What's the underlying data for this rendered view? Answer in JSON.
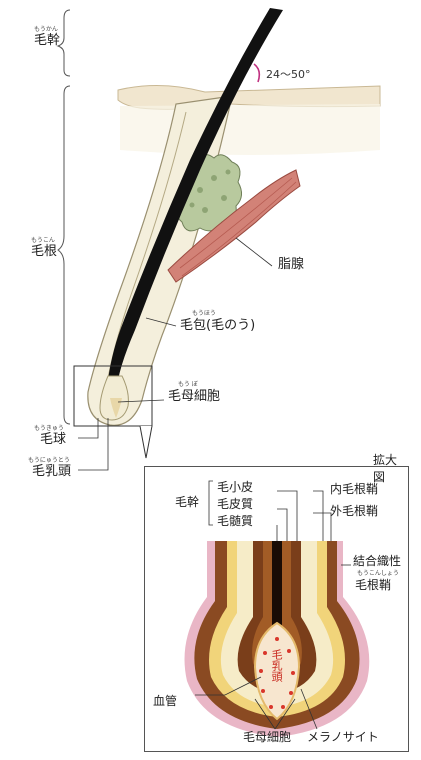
{
  "labels": {
    "shaft": "毛幹",
    "shaft_ruby": "もうかん",
    "root": "毛根",
    "root_ruby": "もうこん",
    "angle": "24〜50°",
    "sebaceous": "脂腺",
    "follicle": "毛包(毛のう)",
    "follicle_ruby": "もうほう",
    "matrix_cells": "毛母細胞",
    "matrix_ruby": "もう ぼ",
    "bulb": "毛球",
    "bulb_ruby": "もうきゅう",
    "papilla": "毛乳頭",
    "papilla_ruby": "もうにゅうとう"
  },
  "inset": {
    "title": "拡大図",
    "shaft": "毛幹",
    "cuticle": "毛小皮",
    "cortex": "毛皮質",
    "medulla": "毛髄質",
    "inner_sheath": "内毛根鞘",
    "outer_sheath": "外毛根鞘",
    "connective_1": "結合織性",
    "connective_2": "毛根鞘",
    "connective_ruby": "もうこんしょう",
    "papilla_inside": "毛乳頭",
    "blood_vessel": "血管",
    "matrix_cells": "毛母細胞",
    "melanocyte": "メラノサイト"
  },
  "colors": {
    "hair": "#111111",
    "muscle": "#c96a5e",
    "gland": "#b7c9a3",
    "skin": "#f2ead8",
    "papilla": "#f7e7d0",
    "vessel_dot": "#d9362b",
    "sheath_outer": "#e8b8c8",
    "sheath_brown": "#7a4020",
    "sheath_yellow": "#f0d070",
    "angle_arc": "#c03080"
  }
}
